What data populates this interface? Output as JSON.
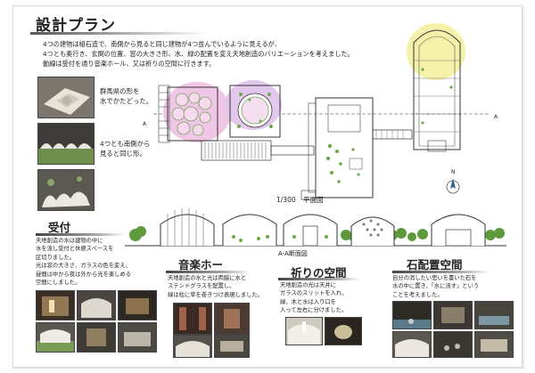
{
  "header": {
    "title": "設計プラン"
  },
  "intro": {
    "lines": [
      "4つの建物は組石造で、南側から見ると同じ建物が4つ並んでいるように見えるが、",
      "4つとも奥行き、玄関の位置、窓の大きさ形、水、緑の配置を変え天地創造のバリエーションを考えました。",
      "動線は受付を通り音楽ホール、又は祈りの空間に行きます。"
    ]
  },
  "captions": {
    "gunma_1": "群馬県の形を",
    "gunma_2": "水でかたどった。",
    "south_1": "4つとも南側から",
    "south_2": "見ると同じ形。"
  },
  "plan": {
    "scale_label": "1/300",
    "plan_label": "平面図",
    "section_marker": "A",
    "north_label": "N",
    "section_label": "A-A断面図"
  },
  "sections": {
    "uketsuke": {
      "title": "受付",
      "lines": [
        "天地創造の水は建物の中に",
        "水を流し受付と休憩スペースを",
        "区切りました。",
        "光は窓の大きさ、ガラスの色を変え、",
        "昼間は中から夜は外から光を楽しめる",
        "空間にしました。"
      ]
    },
    "ongaku": {
      "title": "音楽ホー",
      "lines": [
        "天地創造の水と光は両脇に水と",
        "ステンドグラスを配置し、",
        "緑は柱に草を巻きつけ表現しました。"
      ]
    },
    "inori": {
      "title": "祈りの空間",
      "lines": [
        "天地創造の光は天井に",
        "ガラスのスリットを入れ、",
        "緑、木と水は入り口を",
        "入って左右に分けました。"
      ]
    },
    "ishi": {
      "title": "石配置空間",
      "lines": [
        "自分の消したい思いを書いた石を",
        "水の中に置き、「水に流す」という",
        "ことを考えました。"
      ]
    }
  },
  "colors": {
    "pink_blob": "#efc6e6",
    "yellow_blob": "#f6f1a8",
    "green_dot": "#6fa84a",
    "dark_green": "#3f7a2a",
    "photo_dark": "#5a5650"
  }
}
